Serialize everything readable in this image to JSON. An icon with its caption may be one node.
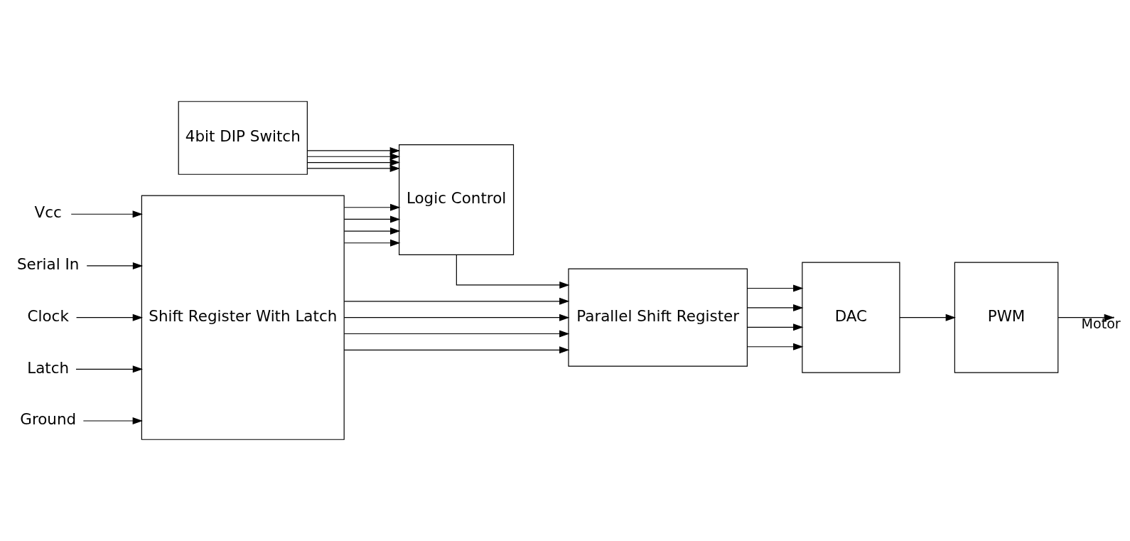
{
  "diagram": {
    "nodes": [
      {
        "text": [
          "4bit DIP Switch"
        ]
      },
      {
        "text": [
          "Vcc"
        ]
      },
      {
        "text": [
          "Serial In"
        ]
      },
      {
        "text": [
          "Clock"
        ]
      },
      {
        "text": [
          "Latch"
        ]
      },
      {
        "text": [
          "Shift Register With Latch"
        ]
      },
      {
        "text": [
          "Logic Control"
        ]
      },
      {
        "text": [
          "Parallel Shift Register"
        ]
      },
      {
        "text": [
          "DAC"
        ]
      },
      {
        "text": [
          "PWM"
        ]
      },
      {
        "text": [
          "Ground"
        ]
      }
    ],
    "edges": [
      {
        "from": 1,
        "to": 5,
        "arrow": "to"
      },
      {
        "from": 2,
        "to": 5,
        "arrow": "to"
      },
      {
        "from": 3,
        "to": 5,
        "arrow": "to"
      },
      {
        "from": 4,
        "to": 5,
        "arrow": "to"
      },
      {
        "from": 10,
        "to": 5,
        "arrow": "to"
      },
      {
        "from": 0,
        "to": 6,
        "arrow": "to"
      },
      {
        "from": 0,
        "to": 6,
        "arrow": "to"
      },
      {
        "from": 0,
        "to": 6,
        "arrow": "to"
      },
      {
        "from": 0,
        "to": 6,
        "arrow": "to"
      },
      {
        "from": 5,
        "to": 6,
        "arrow": "to"
      },
      {
        "from": 5,
        "to": 6,
        "arrow": "to"
      },
      {
        "from": 5,
        "to": 6,
        "arrow": "to"
      },
      {
        "from": 5,
        "to": 6,
        "arrow": "to"
      },
      {
        "from": 6,
        "to": 7,
        "arrow": "to"
      },
      {
        "from": 5,
        "to": 7,
        "arrow": "to"
      },
      {
        "from": 5,
        "to": 7,
        "arrow": "to"
      },
      {
        "from": 5,
        "to": 7,
        "arrow": "to"
      },
      {
        "from": 5,
        "to": 7,
        "arrow": "to"
      },
      {
        "from": 7,
        "to": 8,
        "arrow": "to"
      },
      {
        "from": 7,
        "to": 8,
        "arrow": "to"
      },
      {
        "from": 7,
        "to": 8,
        "arrow": "to"
      },
      {
        "from": 7,
        "to": 8,
        "arrow": "to"
      },
      {
        "from": 8,
        "to": 9,
        "arrow": "to"
      },
      {
        "from": 9,
        "to": null,
        "arrow": "to",
        "label": "Motor"
      }
    ]
  }
}
